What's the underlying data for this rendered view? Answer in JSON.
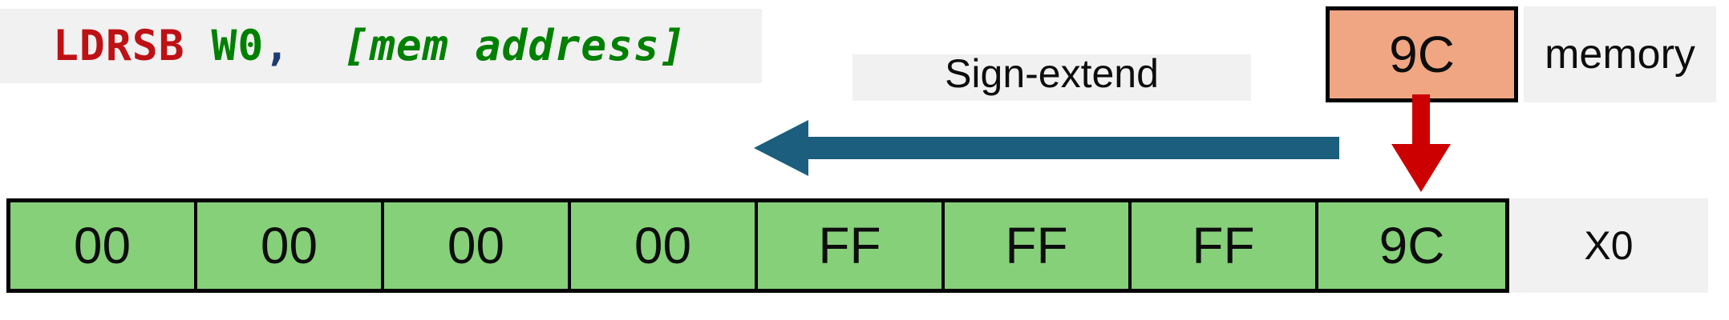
{
  "instruction": {
    "mnemonic": "LDRSB",
    "register_operand": "W0",
    "separator": ",",
    "memory_operand": "[mem address]",
    "colors": {
      "mnemonic": "#BE1116",
      "register_operand": "#008000",
      "separator": "#1F3B73",
      "memory_operand": "#008000",
      "background": "#F1F1F1"
    }
  },
  "annotation": {
    "sign_extend_label": "Sign-extend",
    "arrow_icon": "left-arrow-icon",
    "arrow_color": "#1B5E7E",
    "arrow_direction": "left"
  },
  "memory": {
    "byte_value": "9C",
    "label": "memory",
    "fill_color": "#F0A683",
    "border_color": "#000000"
  },
  "store_arrow": {
    "icon": "down-arrow-icon",
    "color": "#CC0000",
    "direction": "down"
  },
  "register": {
    "name": "X0",
    "fill_color": "#86D07A",
    "border_color": "#000000",
    "bytes": [
      "00",
      "00",
      "00",
      "00",
      "FF",
      "FF",
      "FF",
      "9C"
    ]
  }
}
